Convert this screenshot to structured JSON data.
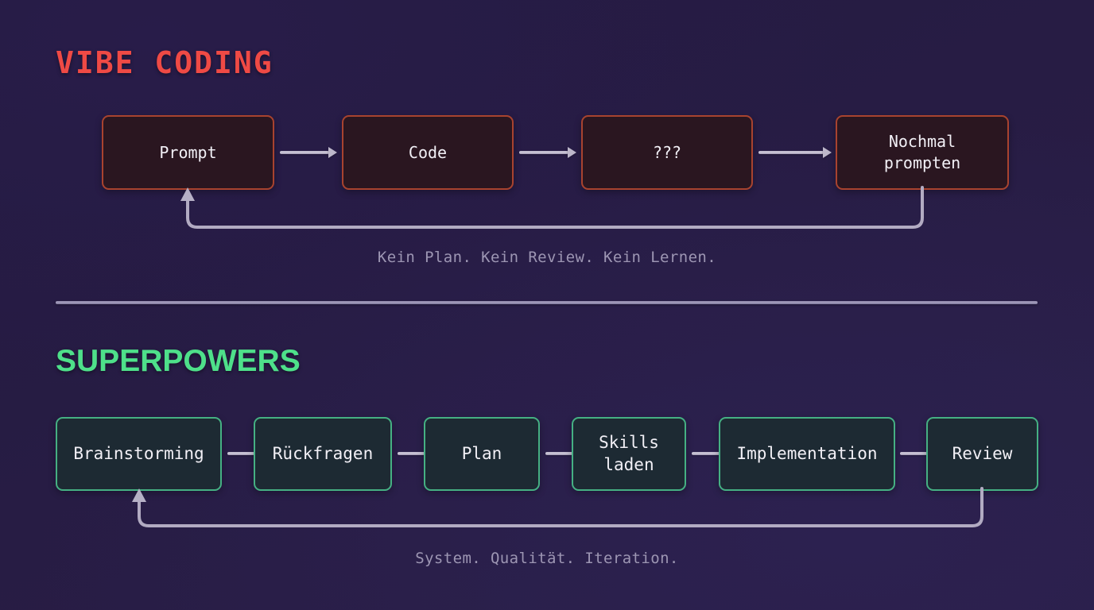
{
  "theme": {
    "background": "#271c44",
    "vibe_accent": "#ef4a45",
    "superpowers_accent": "#4ee08a",
    "red_node_fill": "#2a1620",
    "red_node_border": "#a8432f",
    "green_node_fill": "#1d2a33",
    "green_node_border": "#45b083",
    "arrow_color": "#bdb7ca",
    "caption_color": "#9d96b3",
    "divider_color": "#a49dbd"
  },
  "sections": [
    {
      "id": "vibe-coding",
      "title": "VIBE CODING",
      "caption": "Kein Plan. Kein Review. Kein Lernen.",
      "style": "red",
      "nodes": [
        {
          "label": "Prompt"
        },
        {
          "label": "Code"
        },
        {
          "label": "???"
        },
        {
          "label": "Nochmal\nprompten"
        }
      ],
      "feedback": {
        "from": "Nochmal prompten",
        "to": "Prompt"
      }
    },
    {
      "id": "superpowers",
      "title": "SUPERPOWERS",
      "caption": "System. Qualität. Iteration.",
      "style": "green",
      "nodes": [
        {
          "label": "Brainstorming"
        },
        {
          "label": "Rückfragen"
        },
        {
          "label": "Plan"
        },
        {
          "label": "Skills\nladen"
        },
        {
          "label": "Implementation"
        },
        {
          "label": "Review"
        }
      ],
      "feedback": {
        "from": "Review",
        "to": "Brainstorming"
      }
    }
  ]
}
